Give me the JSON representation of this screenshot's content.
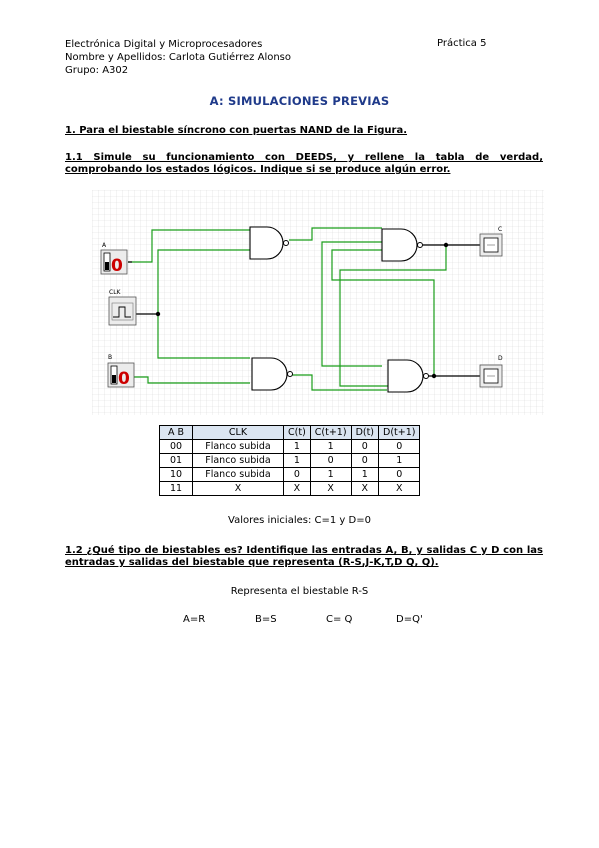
{
  "header": {
    "course": "Electrónica Digital y Microprocesadores",
    "student": "Nombre y Apellidos: Carlota Gutiérrez Alonso",
    "group": "Grupo: A302",
    "practice": "Práctica 5"
  },
  "title": "A: SIMULACIONES PREVIAS",
  "section1": "1. Para el biestable síncrono con puertas NAND de la Figura.",
  "section1_1": "1.1   Simule su  funcionamiento con DEEDS, y rellene la tabla de verdad, comprobando los estados lógicos. Indique si se produce algún error.",
  "circuit": {
    "inputs": [
      {
        "label": "A",
        "value": "0"
      },
      {
        "label": "CLK",
        "value": ""
      },
      {
        "label": "B",
        "value": "0"
      }
    ],
    "outputs": [
      {
        "label": "C"
      },
      {
        "label": "D"
      }
    ],
    "colors": {
      "wire": "#1a9e1a",
      "grid": "#d9d9d9",
      "led_red": "#cc0000"
    }
  },
  "table": {
    "headers": [
      "A B",
      "CLK",
      "C(t)",
      "C(t+1)",
      "D(t)",
      "D(t+1)"
    ],
    "rows": [
      [
        "00",
        "Flanco subida",
        "1",
        "1",
        "0",
        "0"
      ],
      [
        "01",
        "Flanco subida",
        "1",
        "0",
        "0",
        "1"
      ],
      [
        "10",
        "Flanco subida",
        "0",
        "1",
        "1",
        "0"
      ],
      [
        "11",
        "X",
        "X",
        "X",
        "X",
        "X"
      ]
    ]
  },
  "initial_values": "Valores iniciales: C=1 y D=0",
  "section1_2": "1.2   ¿Qué tipo de biestables es? Identifique las entradas A, B, y salidas C y D con las entradas y salidas del biestable que representa (R-S,J-K,T,D Q, Q).",
  "answer": "Representa el biestable R-S",
  "assignments": [
    "A=R",
    "B=S",
    "C= Q",
    "D=Q'"
  ]
}
